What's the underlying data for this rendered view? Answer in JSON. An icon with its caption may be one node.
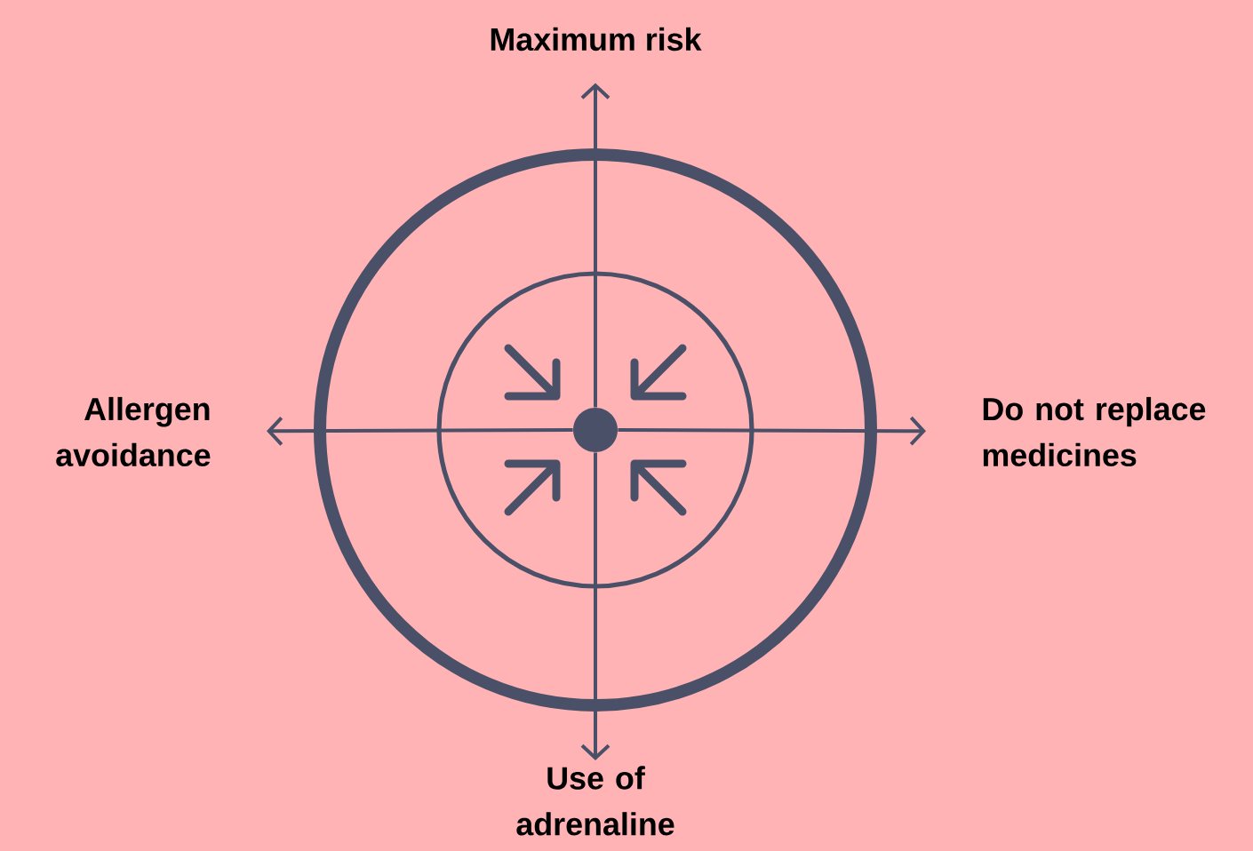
{
  "diagram": {
    "nodes": [
      {
        "text": [
          "Maximum risk"
        ]
      },
      {
        "text": [
          "Allergen avoidance"
        ]
      },
      {
        "text": [
          "Do not replace medicines"
        ]
      },
      {
        "text": [],
        "shape": "circle"
      },
      {
        "text": [
          "Use of adrenaline"
        ]
      }
    ],
    "edges": [
      {
        "from": 3,
        "to": 0,
        "arrow": "to"
      },
      {
        "from": 3,
        "to": 1,
        "arrow": "to"
      },
      {
        "from": 3,
        "to": 2,
        "arrow": "to"
      },
      {
        "from": 3,
        "to": 4,
        "arrow": "to"
      }
    ]
  }
}
